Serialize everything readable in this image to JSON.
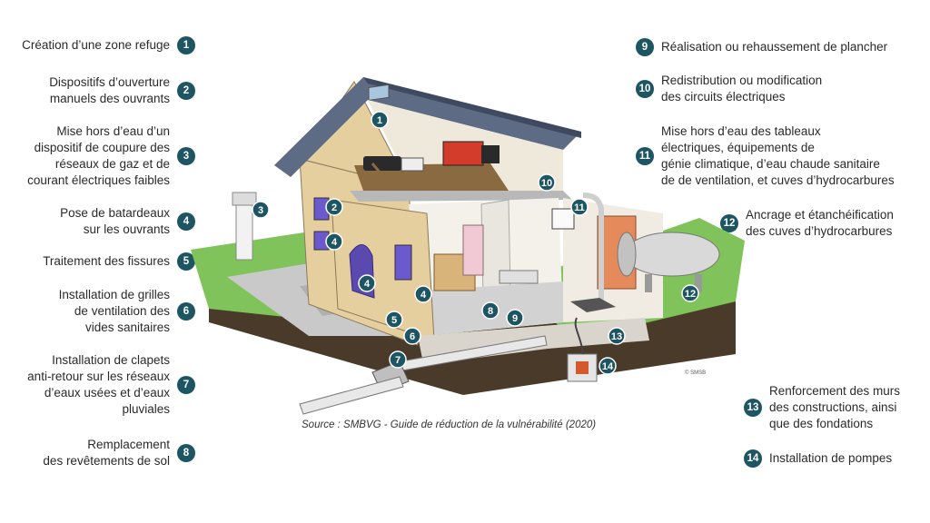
{
  "measures": [
    {
      "num": "1",
      "text": "Création d’une zone refuge"
    },
    {
      "num": "2",
      "text": "Dispositifs d’ouverture\nmanuels des ouvrants"
    },
    {
      "num": "3",
      "text": "Mise hors d’eau d’un\ndispositif de coupure des\nréseaux de gaz et de\ncourant électriques faibles"
    },
    {
      "num": "4",
      "text": "Pose de batardeaux\nsur les ouvrants"
    },
    {
      "num": "5",
      "text": "Traitement des fissures"
    },
    {
      "num": "6",
      "text": "Installation de grilles\nde ventilation des\nvides sanitaires"
    },
    {
      "num": "7",
      "text": "Installation de clapets\nanti-retour sur les réseaux\nd’eaux usées et d’eaux\npluviales"
    },
    {
      "num": "8",
      "text": "Remplacement\ndes revêtements de sol"
    },
    {
      "num": "9",
      "text": "Réalisation ou rehaussement de plancher"
    },
    {
      "num": "10",
      "text": "Redistribution ou modification\ndes circuits électriques"
    },
    {
      "num": "11",
      "text": "Mise hors d’eau des tableaux\nélectriques, équipements de\ngénie climatique, d’eau chaude sanitaire\nde de ventilation, et cuves d’hydrocarbures"
    },
    {
      "num": "12",
      "text": "Ancrage et étanchéification\ndes cuves d’hydrocarbures"
    },
    {
      "num": "13",
      "text": "Renforcement des murs\ndes constructions, ainsi\nque des fondations"
    },
    {
      "num": "14",
      "text": "Installation de pompes"
    }
  ],
  "caption": "Source : SMBVG - Guide de réduction de la vulnérabilité (2020)",
  "copyright": "© SMSB",
  "colors": {
    "badge": "#1d5563",
    "grass": "#7fc35a",
    "roof": "#5d6b85",
    "wall": "#e6cf9e",
    "ground": "#4a3a2a"
  }
}
